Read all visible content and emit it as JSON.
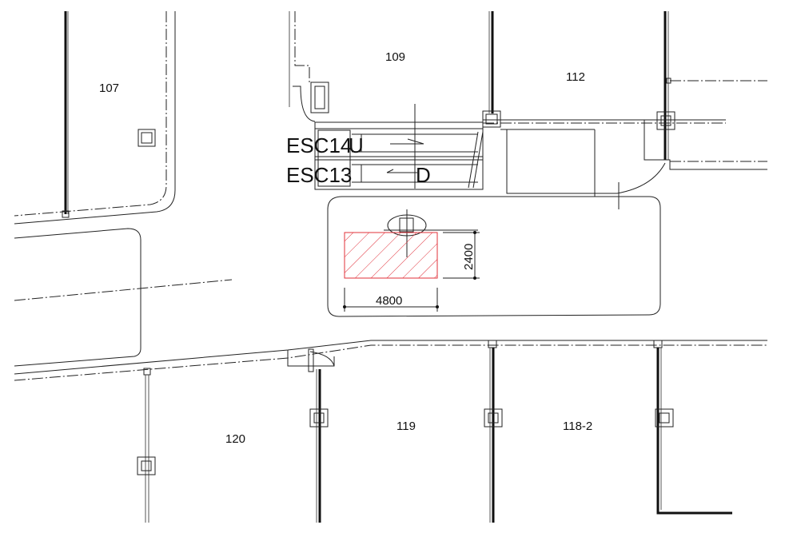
{
  "rooms": {
    "r107": "107",
    "r109": "109",
    "r112": "112",
    "r120": "120",
    "r119": "119",
    "r118_2": "118-2"
  },
  "escalators": {
    "upper": {
      "label": "ESC14",
      "direction": "U"
    },
    "lower": {
      "label": "ESC13",
      "direction": "D"
    }
  },
  "dimensions": {
    "width": "4800",
    "height": "2400"
  },
  "colors": {
    "lines": "#111111",
    "hatch_area": "#e0303a",
    "background": "#ffffff"
  }
}
